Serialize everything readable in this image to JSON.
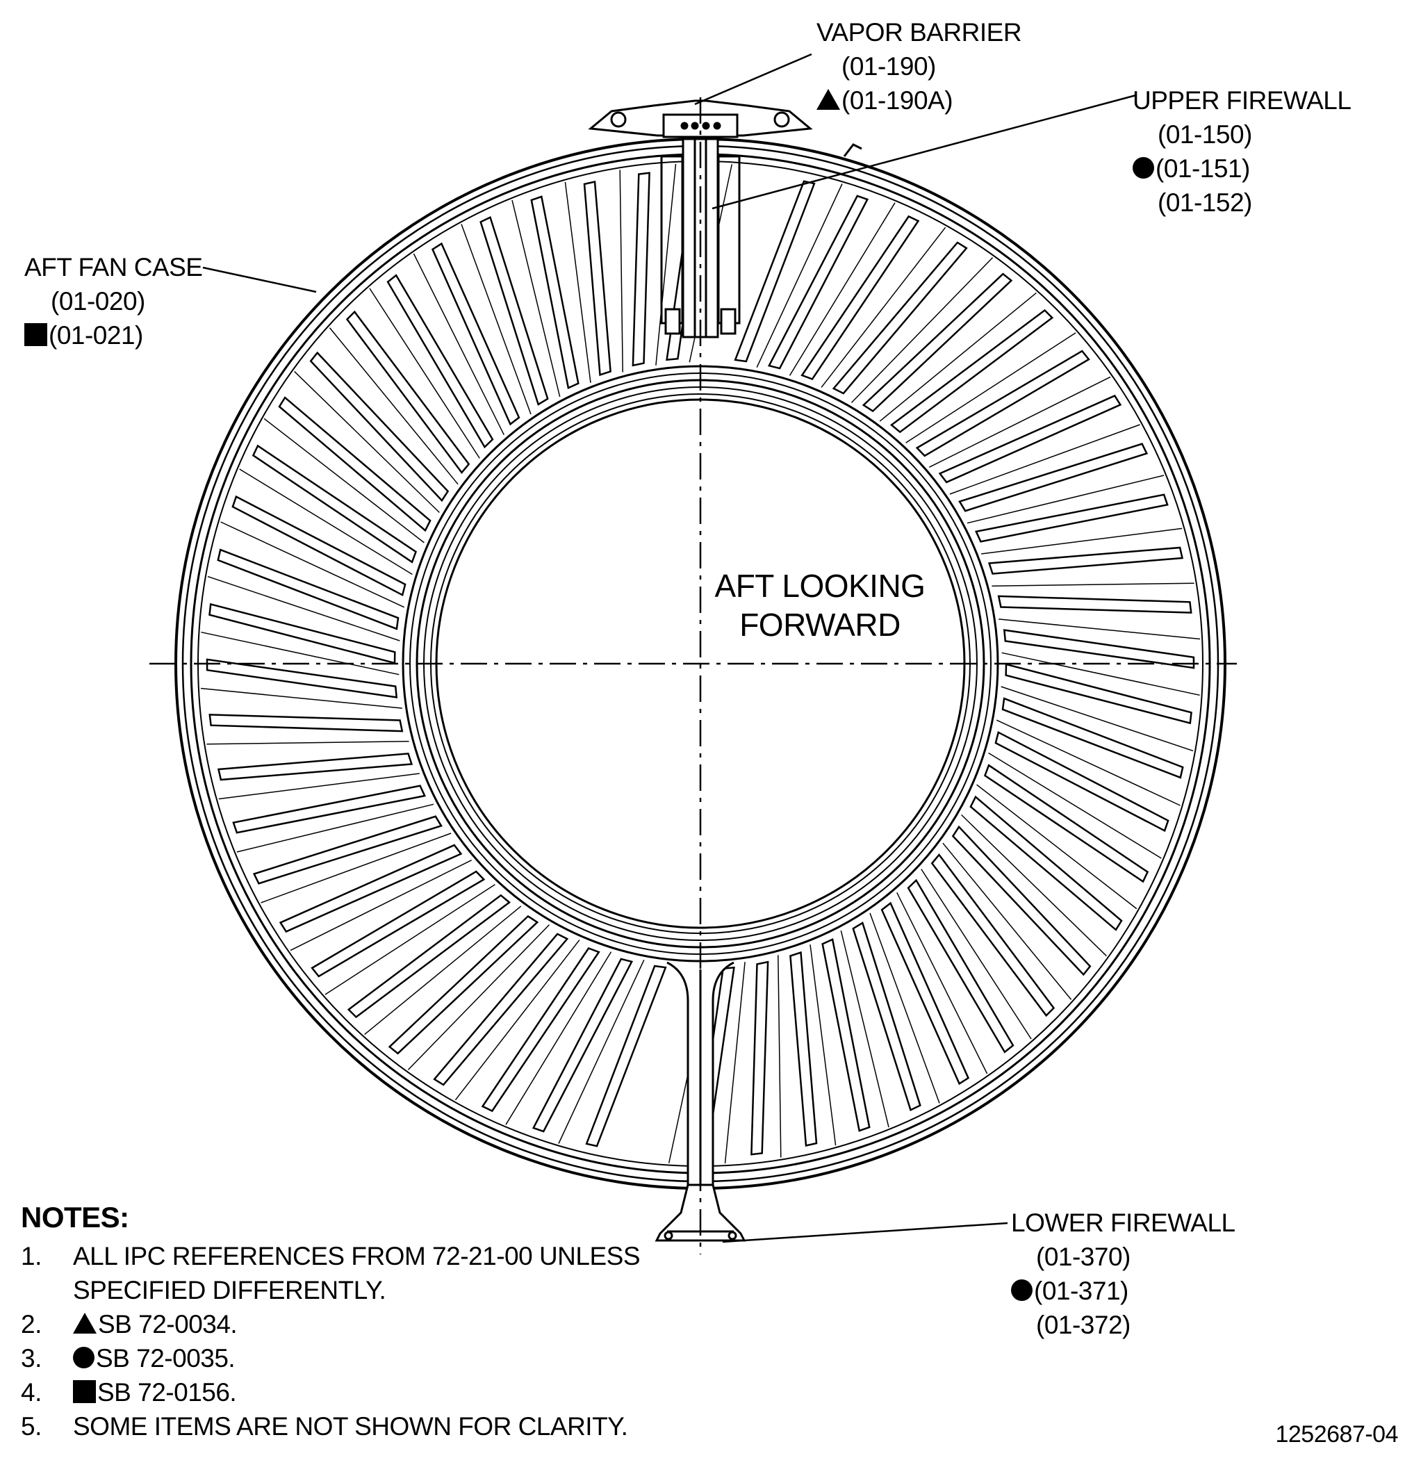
{
  "callouts": {
    "vapor_barrier": {
      "title": "VAPOR BARRIER",
      "refs": [
        {
          "symbol": "",
          "text": "(01-190)"
        },
        {
          "symbol": "triangle",
          "text": "(01-190A)"
        }
      ]
    },
    "upper_firewall": {
      "title": "UPPER FIREWALL",
      "refs": [
        {
          "symbol": "",
          "text": "(01-150)"
        },
        {
          "symbol": "circle",
          "text": "(01-151)"
        },
        {
          "symbol": "",
          "text": "(01-152)"
        }
      ]
    },
    "aft_fan_case": {
      "title": "AFT FAN CASE",
      "refs": [
        {
          "symbol": "",
          "text": "(01-020)"
        },
        {
          "symbol": "square",
          "text": "(01-021)"
        }
      ]
    },
    "lower_firewall": {
      "title": "LOWER FIREWALL",
      "refs": [
        {
          "symbol": "",
          "text": "(01-370)"
        },
        {
          "symbol": "circle",
          "text": "(01-371)"
        },
        {
          "symbol": "",
          "text": "(01-372)"
        }
      ]
    }
  },
  "view_label": {
    "line1": "AFT LOOKING",
    "line2": "FORWARD"
  },
  "notes": {
    "title": "NOTES:",
    "items": [
      {
        "num": "1.",
        "symbol": "",
        "text": "ALL IPC REFERENCES FROM 72-21-00 UNLESS\nSPECIFIED DIFFERENTLY."
      },
      {
        "num": "2.",
        "symbol": "triangle",
        "text": "SB 72-0034."
      },
      {
        "num": "3.",
        "symbol": "circle",
        "text": "SB 72-0035."
      },
      {
        "num": "4.",
        "symbol": "square",
        "text": "SB 72-0156."
      },
      {
        "num": "5.",
        "symbol": "",
        "text": "SOME ITEMS ARE NOT SHOWN FOR CLARITY."
      }
    ]
  },
  "figure_id": "1252687-04",
  "diagram": {
    "vane_count": 56,
    "line_color": "#000000",
    "background": "#ffffff"
  }
}
